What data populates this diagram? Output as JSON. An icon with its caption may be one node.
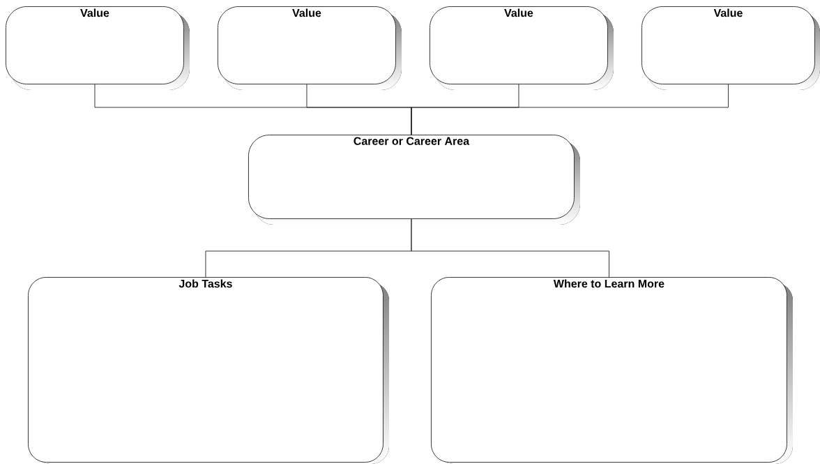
{
  "diagram": {
    "nodes": [
      {
        "text": [
          "Value"
        ]
      },
      {
        "text": [
          "Value"
        ]
      },
      {
        "text": [
          "Value"
        ]
      },
      {
        "text": [
          "Value"
        ]
      },
      {
        "text": [
          "Career or Career Area"
        ]
      },
      {
        "text": [
          "Job Tasks"
        ]
      },
      {
        "text": [
          "Where to Learn More"
        ]
      }
    ],
    "edges": [
      {
        "from": 0,
        "to": 4,
        "arrow": "none"
      },
      {
        "from": 1,
        "to": 4,
        "arrow": "none"
      },
      {
        "from": 2,
        "to": 4,
        "arrow": "none"
      },
      {
        "from": 3,
        "to": 4,
        "arrow": "none"
      },
      {
        "from": 4,
        "to": 5,
        "arrow": "none"
      },
      {
        "from": 4,
        "to": 6,
        "arrow": "none"
      }
    ]
  }
}
